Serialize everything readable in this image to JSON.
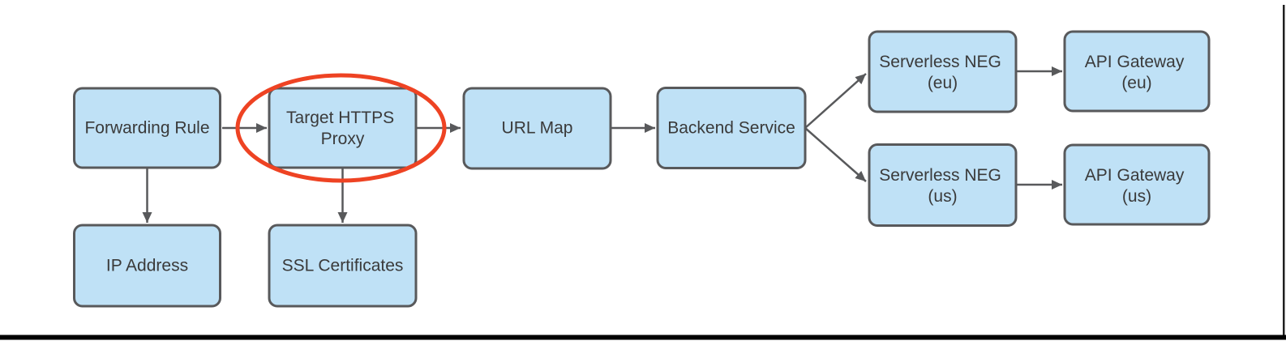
{
  "diagram": {
    "type": "flowchart",
    "description": "HTTPS load balancer architecture flow with Target HTTPS Proxy circled in red",
    "nodes": {
      "forwarding_rule": {
        "label": "Forwarding Rule"
      },
      "target_https_proxy": {
        "line1": "Target HTTPS",
        "line2": "Proxy",
        "highlighted": true
      },
      "url_map": {
        "label": "URL Map"
      },
      "backend_service": {
        "label": "Backend Service"
      },
      "serverless_neg_eu": {
        "line1": "Serverless NEG",
        "line2": "(eu)"
      },
      "api_gateway_eu": {
        "line1": "API Gateway",
        "line2": "(eu)"
      },
      "serverless_neg_us": {
        "line1": "Serverless NEG",
        "line2": "(us)"
      },
      "api_gateway_us": {
        "line1": "API Gateway",
        "line2": "(us)"
      },
      "ip_address": {
        "label": "IP Address"
      },
      "ssl_certificates": {
        "label": "SSL Certificates"
      }
    },
    "edges": [
      {
        "from": "Forwarding Rule",
        "to": "Target HTTPS Proxy"
      },
      {
        "from": "Target HTTPS Proxy",
        "to": "URL Map"
      },
      {
        "from": "URL Map",
        "to": "Backend Service"
      },
      {
        "from": "Backend Service",
        "to": "Serverless NEG (eu)"
      },
      {
        "from": "Backend Service",
        "to": "Serverless NEG (us)"
      },
      {
        "from": "Serverless NEG (eu)",
        "to": "API Gateway (eu)"
      },
      {
        "from": "Serverless NEG (us)",
        "to": "API Gateway (us)"
      },
      {
        "from": "Forwarding Rule",
        "to": "IP Address"
      },
      {
        "from": "Target HTTPS Proxy",
        "to": "SSL Certificates"
      }
    ],
    "annotations": [
      {
        "type": "ellipse-highlight",
        "around": "Target HTTPS Proxy"
      }
    ],
    "colors": {
      "node_fill": "#bfe1f6",
      "node_border": "#58595b",
      "arrow": "#58595b",
      "text": "#3a3a3a",
      "highlight": "#ee4323",
      "bottom_bar": "#000000",
      "window_edge": "#1f1f1f"
    }
  }
}
